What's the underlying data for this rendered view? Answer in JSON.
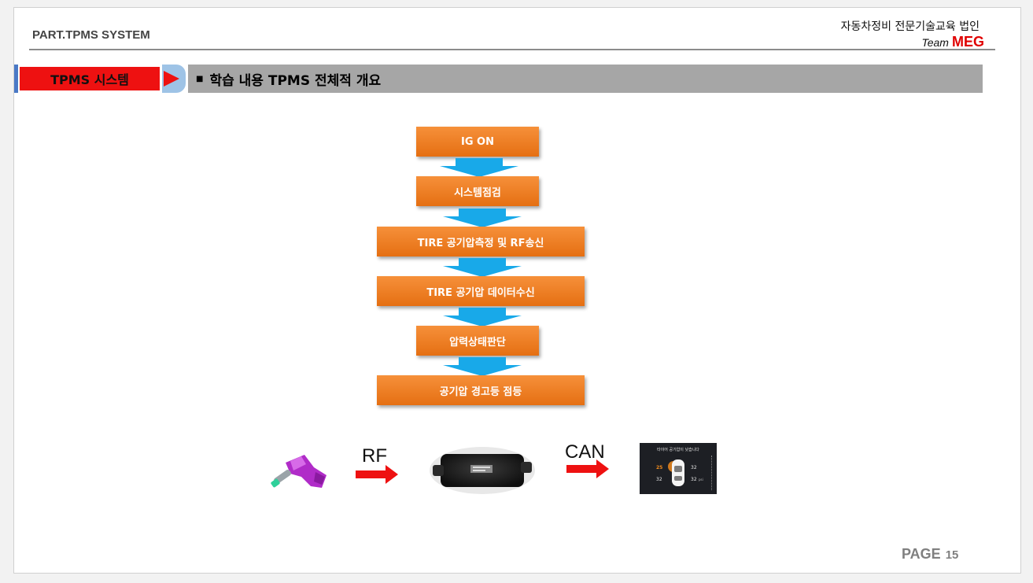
{
  "header": {
    "part_label": "PART.TPMS SYSTEM",
    "org": "자동차정비 전문기술교육 법인",
    "team_prefix": "Team",
    "team_name": "MEG"
  },
  "section": {
    "tag": "TPMS 시스템",
    "title": "학습 내용 TPMS 전체적 개요"
  },
  "flow": {
    "steps": [
      "IG  ON",
      "시스템점검",
      "TIRE  공기압측정  및  RF송신",
      "TIRE  공기압  데이터수신",
      "압력상태판단",
      "공기압  경고등  점등"
    ]
  },
  "bottom": {
    "rf_label": "RF",
    "can_label": "CAN",
    "cluster": {
      "message": "타이어 공기압이 낮습니다",
      "fl": "25",
      "fr": "32",
      "rl": "32",
      "rr": "32",
      "unit": "psi"
    }
  },
  "footer": {
    "page_label": "PAGE",
    "page_number": "15"
  },
  "colors": {
    "accent_red": "#ee1111",
    "flow_orange": "#ef8229",
    "flow_arrow_blue": "#18a9e9",
    "title_bar_gray": "#a6a6a6"
  }
}
